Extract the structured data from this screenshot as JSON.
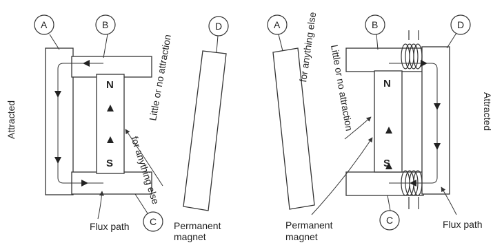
{
  "circle_labels": {
    "a": "A",
    "b": "B",
    "c": "C",
    "d": "D"
  },
  "pole_labels": {
    "north": "N",
    "south": "S"
  },
  "text": {
    "attracted": "Attracted",
    "little_attraction": "Little or no attraction",
    "for_anything_else": "for anything else",
    "flux_path": "Flux path",
    "permanent": "Permanent",
    "magnet": "magnet"
  },
  "colors": {
    "line": "#333333",
    "fill": "#ffffff"
  }
}
